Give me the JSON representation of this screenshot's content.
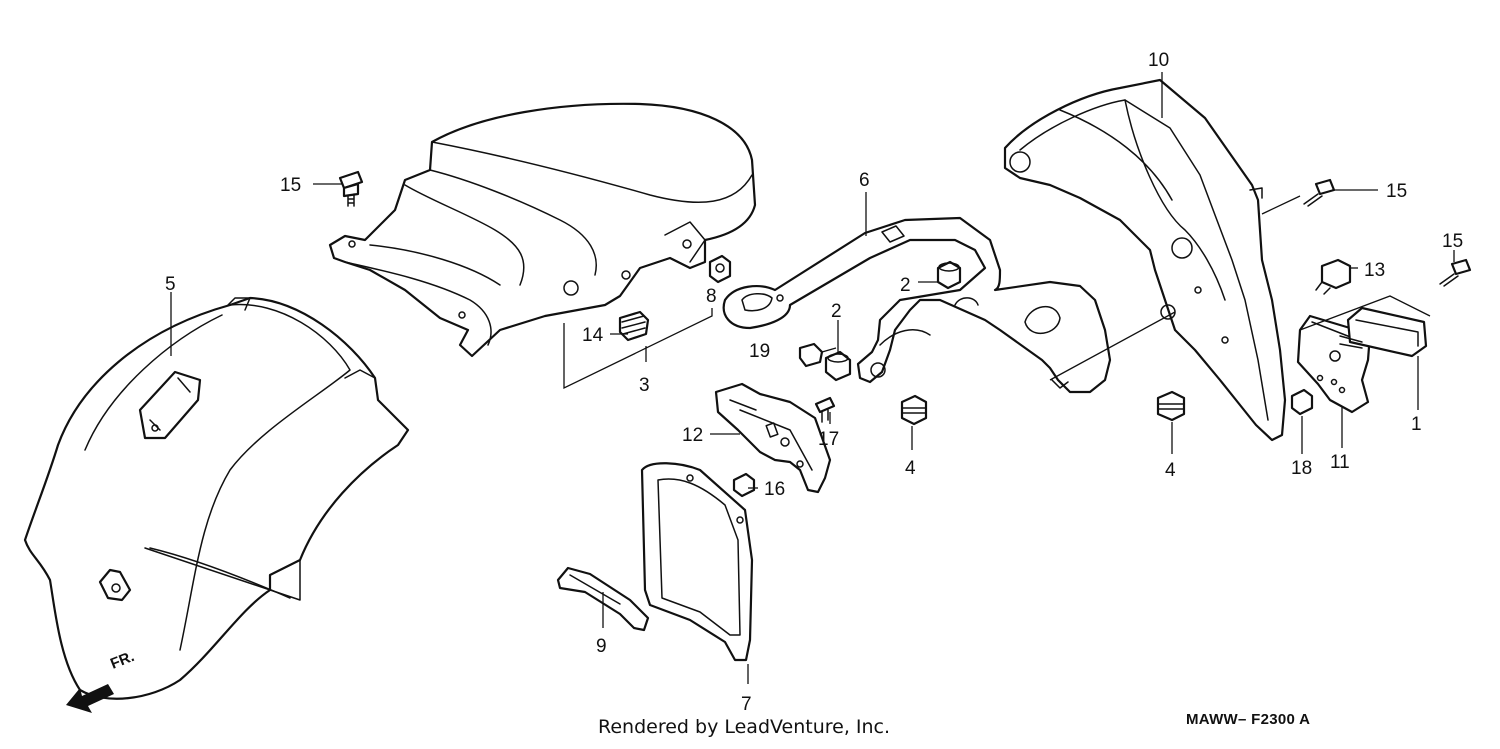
{
  "diagram": {
    "footer_credit": "Rendered by LeadVenture, Inc.",
    "diagram_code": "MAWW– F2300 A",
    "front_indicator": "FR.",
    "callouts": [
      {
        "id": "c1",
        "label": "1"
      },
      {
        "id": "c2a",
        "label": "2"
      },
      {
        "id": "c2b",
        "label": "2"
      },
      {
        "id": "c3",
        "label": "3"
      },
      {
        "id": "c4a",
        "label": "4"
      },
      {
        "id": "c4b",
        "label": "4"
      },
      {
        "id": "c5",
        "label": "5"
      },
      {
        "id": "c6",
        "label": "6"
      },
      {
        "id": "c7",
        "label": "7"
      },
      {
        "id": "c8",
        "label": "8"
      },
      {
        "id": "c9",
        "label": "9"
      },
      {
        "id": "c10",
        "label": "10"
      },
      {
        "id": "c11",
        "label": "11"
      },
      {
        "id": "c12",
        "label": "12"
      },
      {
        "id": "c13",
        "label": "13"
      },
      {
        "id": "c14",
        "label": "14"
      },
      {
        "id": "c15a",
        "label": "15"
      },
      {
        "id": "c15b",
        "label": "15"
      },
      {
        "id": "c15c",
        "label": "15"
      },
      {
        "id": "c16",
        "label": "16"
      },
      {
        "id": "c17",
        "label": "17"
      },
      {
        "id": "c18",
        "label": "18"
      },
      {
        "id": "c19",
        "label": "19"
      }
    ]
  }
}
